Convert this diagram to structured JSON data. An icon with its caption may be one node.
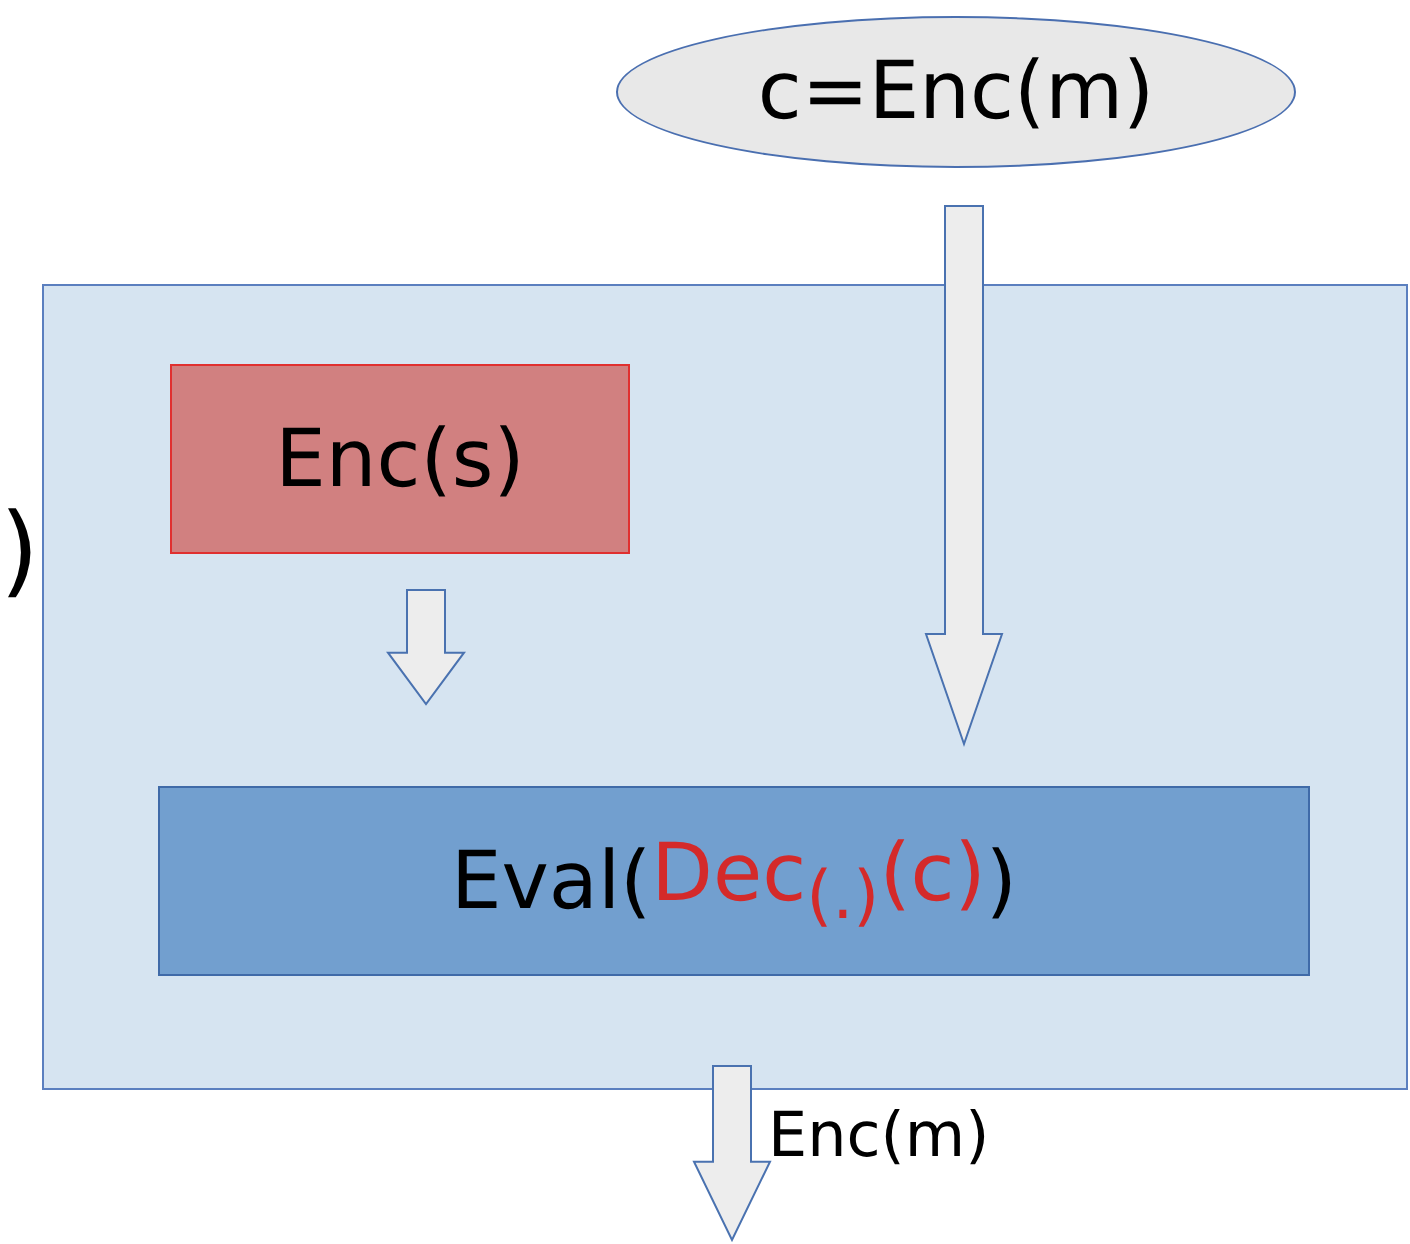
{
  "diagram": {
    "nodes": [
      {
        "text": [
          "c=Enc(m)"
        ]
      },
      {
        "text": [],
        "shape": "box"
      },
      {
        "text": [
          "Enc(s)"
        ],
        "in": 1
      },
      {
        "text": [
          "Eval(",
          "Dec$_{(.)}$(c)",
          ")"
        ],
        "in": 1
      }
    ],
    "edges": [
      {
        "from": 0,
        "to": 3,
        "arrow": "to"
      },
      {
        "from": 2,
        "to": 3,
        "arrow": "to"
      },
      {
        "from": 1,
        "to": null,
        "arrow": "to",
        "label": "Enc(m)"
      }
    ],
    "labels": [
      ")"
    ]
  }
}
